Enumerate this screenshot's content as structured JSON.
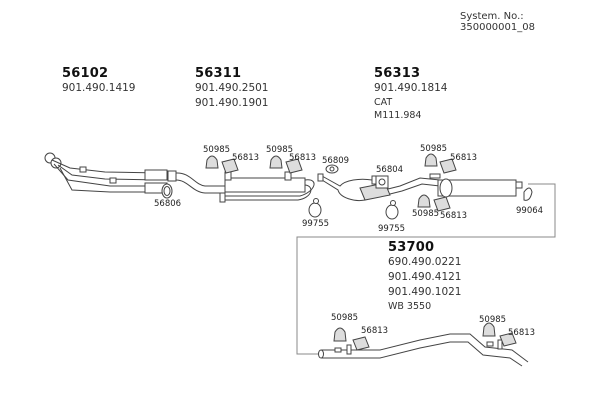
{
  "header": {
    "system_number_label": "System. No.: 350000001_08"
  },
  "groups": [
    {
      "id": "56102",
      "title": "56102",
      "lines": [
        "901.490.1419"
      ]
    },
    {
      "id": "56311",
      "title": "56311",
      "lines": [
        "901.490.2501",
        "901.490.1901"
      ]
    },
    {
      "id": "56313",
      "title": "56313",
      "lines": [
        "901.490.1814",
        "CAT",
        "M111.984"
      ]
    },
    {
      "id": "53700",
      "title": "53700",
      "lines": [
        "690.490.0221",
        "901.490.4121",
        "901.490.1021",
        "WB 3550"
      ]
    }
  ],
  "part_labels": {
    "p56806": "56806",
    "p50985_a": "50985",
    "p56813_a": "56813",
    "p50985_b": "50985",
    "p56813_b": "56813",
    "p99755_a": "99755",
    "p56809": "56809",
    "p56804": "56804",
    "p99755_b": "99755",
    "p50985_c": "50985",
    "p56813_c": "56813",
    "p50985_d": "50985",
    "p56813_d": "56813",
    "p99064": "99064",
    "p50985_e": "50985",
    "p56813_e": "56813",
    "p50985_f": "50985",
    "p56813_f": "56813"
  }
}
